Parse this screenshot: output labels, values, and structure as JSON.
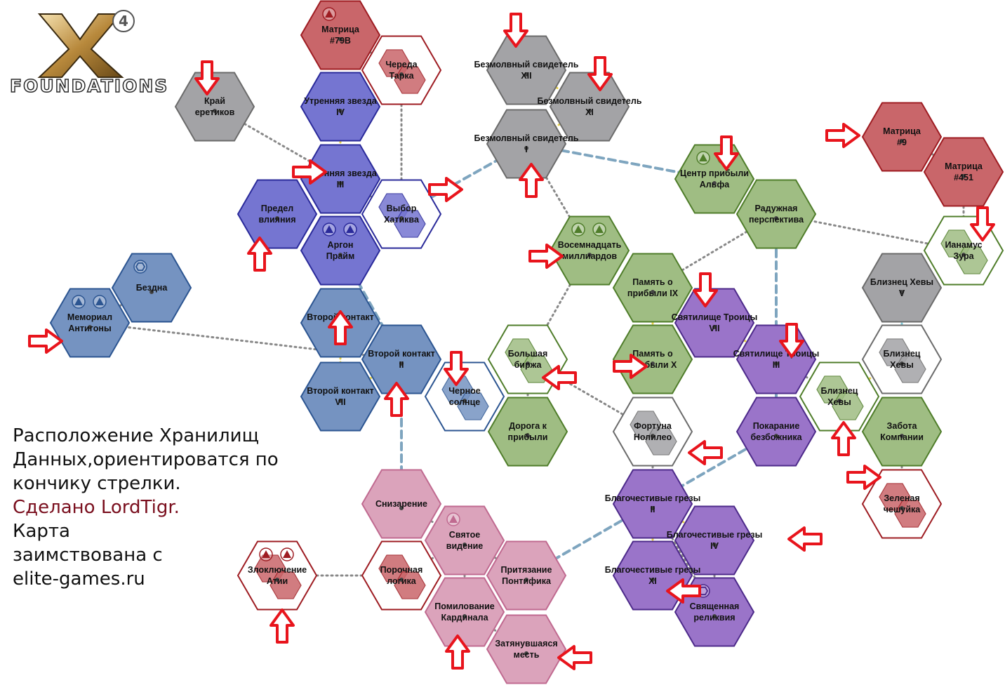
{
  "logo": {
    "word": "FOUNDATIONS",
    "badge": "4"
  },
  "note": {
    "line1": "Расположение Хранилищ",
    "line2": "Данных,ориентироватся по",
    "line3": "кончику стрелки.",
    "credit": "Сделано LordTigr.",
    "line5": "Карта",
    "line6": "заимствована с",
    "line7": "elite-games.ru"
  },
  "colors": {
    "gray": "#a3a3a6",
    "red": "#c9666a",
    "blue": "#7575d1",
    "steel": "#7593c1",
    "green": "#9fbd83",
    "purple": "#9a74c9",
    "pink": "#dba3bb",
    "arrow": "#e8141c"
  },
  "sectors": [
    {
      "id": "matrix79b",
      "name": "Матрица #79B",
      "color": "red",
      "filled": true,
      "stations": [
        "triangle"
      ]
    },
    {
      "id": "chereda",
      "name": "Череда Тарка",
      "color": "red",
      "filled": false
    },
    {
      "id": "kray",
      "name": "Край еретиков",
      "color": "gray",
      "filled": true
    },
    {
      "id": "utr4",
      "name": "Утренняя звезда IV",
      "color": "blue",
      "filled": true
    },
    {
      "id": "utr3",
      "name": "Утренняя звезда III",
      "color": "blue",
      "filled": true
    },
    {
      "id": "predel",
      "name": "Предел влияния",
      "color": "blue",
      "filled": true
    },
    {
      "id": "vybor",
      "name": "Выбор Хатиква",
      "color": "blue",
      "filled": false
    },
    {
      "id": "argon",
      "name": "Аргон Прайм",
      "color": "blue",
      "filled": true,
      "stations": [
        "triangle",
        "triangle"
      ]
    },
    {
      "id": "bezm12",
      "name": "Безмолвный свидетель XII",
      "color": "gray",
      "filled": true
    },
    {
      "id": "bezm11",
      "name": "Безмолвный свидетель XI",
      "color": "gray",
      "filled": true
    },
    {
      "id": "bezm1",
      "name": "Безмолвный свидетель I",
      "color": "gray",
      "filled": true
    },
    {
      "id": "bezdna",
      "name": "Бездна",
      "color": "steel",
      "filled": true,
      "stations": [
        "hexagon"
      ]
    },
    {
      "id": "memorial",
      "name": "Мемориал Антигоны",
      "color": "steel",
      "filled": true,
      "stations": [
        "triangle",
        "triangle"
      ]
    },
    {
      "id": "vk11",
      "name": "Второй контакт XI",
      "color": "steel",
      "filled": true
    },
    {
      "id": "vk2",
      "name": "Второй контакт II",
      "color": "steel",
      "filled": true
    },
    {
      "id": "vk7",
      "name": "Второй контакт VII",
      "color": "steel",
      "filled": true
    },
    {
      "id": "chernoe",
      "name": "Черное солнце",
      "color": "steel",
      "filled": false
    },
    {
      "id": "bolshaya",
      "name": "Большая биржа",
      "color": "green",
      "filled": false
    },
    {
      "id": "doroga",
      "name": "Дорога к прибыли",
      "color": "green",
      "filled": true
    },
    {
      "id": "vosem",
      "name": "Восемнадцать миллиардов",
      "color": "green",
      "filled": true,
      "stations": [
        "triangle",
        "triangle"
      ]
    },
    {
      "id": "pam9",
      "name": "Память о прибыли IX",
      "color": "green",
      "filled": true
    },
    {
      "id": "pam10",
      "name": "Память о прибыли X",
      "color": "green",
      "filled": true
    },
    {
      "id": "centr",
      "name": "Центр прибыли Альфа",
      "color": "green",
      "filled": true,
      "stations": [
        "triangle",
        "hexagon"
      ]
    },
    {
      "id": "raduzh",
      "name": "Радужная перспектива",
      "color": "green",
      "filled": true
    },
    {
      "id": "svt7",
      "name": "Святилище Троицы VII",
      "color": "purple",
      "filled": true
    },
    {
      "id": "svt3",
      "name": "Святилище Троицы III",
      "color": "purple",
      "filled": true
    },
    {
      "id": "fortuna",
      "name": "Фортуна Нолилео",
      "color": "gray",
      "filled": false
    },
    {
      "id": "pokar",
      "name": "Покарание безбожника",
      "color": "purple",
      "filled": true
    },
    {
      "id": "bg2",
      "name": "Благочестивые грезы II",
      "color": "purple",
      "filled": true
    },
    {
      "id": "bg4",
      "name": "Благочестивые грезы IV",
      "color": "purple",
      "filled": true
    },
    {
      "id": "bg11",
      "name": "Благочестивые грезы XI",
      "color": "purple",
      "filled": true
    },
    {
      "id": "svyasch",
      "name": "Священная реликвия",
      "color": "purple",
      "filled": true,
      "stations": [
        "hexagon"
      ]
    },
    {
      "id": "matrix9",
      "name": "Матрица #9",
      "color": "red",
      "filled": true
    },
    {
      "id": "matrix451",
      "name": "Матрица #451",
      "color": "red",
      "filled": true
    },
    {
      "id": "ianamus",
      "name": "Ианамус Зура",
      "color": "green",
      "filled": false
    },
    {
      "id": "blizhv5",
      "name": "Близнец Хевы V",
      "color": "gray",
      "filled": true
    },
    {
      "id": "blizhv",
      "name": "Близнец Хевы",
      "color": "gray",
      "filled": false
    },
    {
      "id": "bliz",
      "name": "Близнец Хевы",
      "color": "green",
      "filled": false
    },
    {
      "id": "zabota",
      "name": "Забота Компании",
      "color": "green",
      "filled": true
    },
    {
      "id": "zelen",
      "name": "Зеленая чешуйка",
      "color": "red",
      "filled": false
    },
    {
      "id": "snizar",
      "name": "Снизарение",
      "color": "pink",
      "filled": true
    },
    {
      "id": "svyatoe",
      "name": "Святое видение",
      "color": "pink",
      "filled": true,
      "stations": [
        "triangle"
      ]
    },
    {
      "id": "porochn",
      "name": "Порочная логика",
      "color": "red",
      "filled": false
    },
    {
      "id": "pritaz",
      "name": "Притязание Понтифика",
      "color": "pink",
      "filled": true
    },
    {
      "id": "pomil",
      "name": "Помилование Кардинала",
      "color": "pink",
      "filled": true
    },
    {
      "id": "zatyan",
      "name": "Затянувшаяся месть",
      "color": "pink",
      "filled": true
    },
    {
      "id": "zlokl",
      "name": "Злоключение Атии",
      "color": "red",
      "filled": false,
      "stations": [
        "triangle",
        "triangle"
      ]
    }
  ]
}
